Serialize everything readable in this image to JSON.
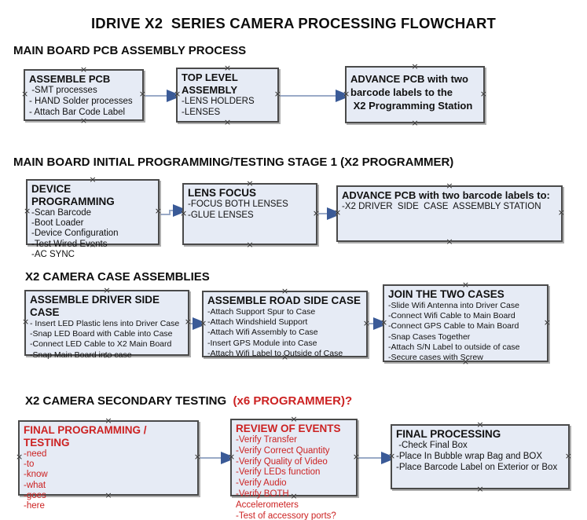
{
  "title": "IDRIVE X2  SERIES CAMERA PROCESSING FLOWCHART",
  "colors": {
    "box_fill": "#e6ebf5",
    "box_border": "#4a4a4a",
    "connector_line": "#9aaac7",
    "connector_arrowhead": "#3a5a97",
    "accent_red": "#cc2222",
    "text_black": "#0d0d0d"
  },
  "sections": [
    {
      "heading": "MAIN BOARD PCB ASSEMBLY PROCESS",
      "boxes": [
        {
          "title": "ASSEMBLE PCB",
          "items": [
            " -SMT processes",
            "- HAND Solder processes",
            "- Attach Bar Code Label"
          ]
        },
        {
          "title": "TOP LEVEL ASSEMBLY",
          "items": [
            "-LENS HOLDERS",
            "-LENSES"
          ]
        },
        {
          "title": "ADVANCE PCB with two\nbarcode labels to the\n X2 Programming Station",
          "items": []
        }
      ]
    },
    {
      "heading": "MAIN BOARD INITIAL PROGRAMMING/TESTING STAGE 1 (X2 PROGRAMMER)",
      "boxes": [
        {
          "title": "DEVICE PROGRAMMING",
          "items": [
            "-Scan Barcode",
            "-Boot Loader",
            "-Device Configuration",
            "-Test Wired Events",
            "-AC SYNC"
          ]
        },
        {
          "title": "LENS FOCUS",
          "items": [
            "-FOCUS BOTH LENSES",
            "-GLUE LENSES"
          ]
        },
        {
          "title": "ADVANCE PCB with two barcode labels to:",
          "items": [
            "-X2 DRIVER  SIDE  CASE  ASSEMBLY STATION"
          ]
        }
      ]
    },
    {
      "heading": "X2 CAMERA CASE ASSEMBLIES",
      "boxes": [
        {
          "title": "ASSEMBLE DRIVER SIDE CASE",
          "items": [
            "- Insert LED Plastic lens into Driver Case",
            "-Snap LED Board with Cable into Case",
            "-Connect LED Cable to X2 Main Board",
            "-Snap Main Board into case"
          ]
        },
        {
          "title": "ASSEMBLE ROAD SIDE CASE",
          "items": [
            "-Attach Support Spur to Case",
            "-Attach Windshield Support",
            "-Attach Wifi Assembly to Case",
            "-Insert GPS Module into Case",
            "-Attach Wifi Label to Outside of Case"
          ]
        },
        {
          "title": "JOIN THE TWO CASES",
          "items": [
            "-Slide Wifi Antenna into Driver Case",
            "-Connect Wifi Cable to Main Board",
            "-Connect GPS Cable to Main Board",
            "-Snap Cases Together",
            "-Attach S/N Label to outside of case",
            "-Secure cases with Screw"
          ]
        }
      ]
    },
    {
      "heading": "X2 CAMERA SECONDARY TESTING  ",
      "heading_red": "(x6 PROGRAMMER)?",
      "boxes": [
        {
          "title": "FINAL PROGRAMMING / TESTING",
          "items": [
            "-need",
            "-to",
            "-know",
            "-what",
            "-goes",
            "-here"
          ]
        },
        {
          "title": "REVIEW OF EVENTS",
          "items": [
            "-Verify Transfer",
            "-Verify Correct Quantity",
            "-Verify Quality of Video",
            "-Verify LEDs function",
            "-Verify Audio",
            "-Verify BOTH Accelerometers",
            "-Test of accessory ports?"
          ]
        },
        {
          "title": "FINAL PROCESSING",
          "items": [
            " -Check Final Box",
            "-Place In Bubble wrap Bag and BOX",
            "-Place Barcode Label on Exterior or Box"
          ]
        }
      ]
    }
  ]
}
